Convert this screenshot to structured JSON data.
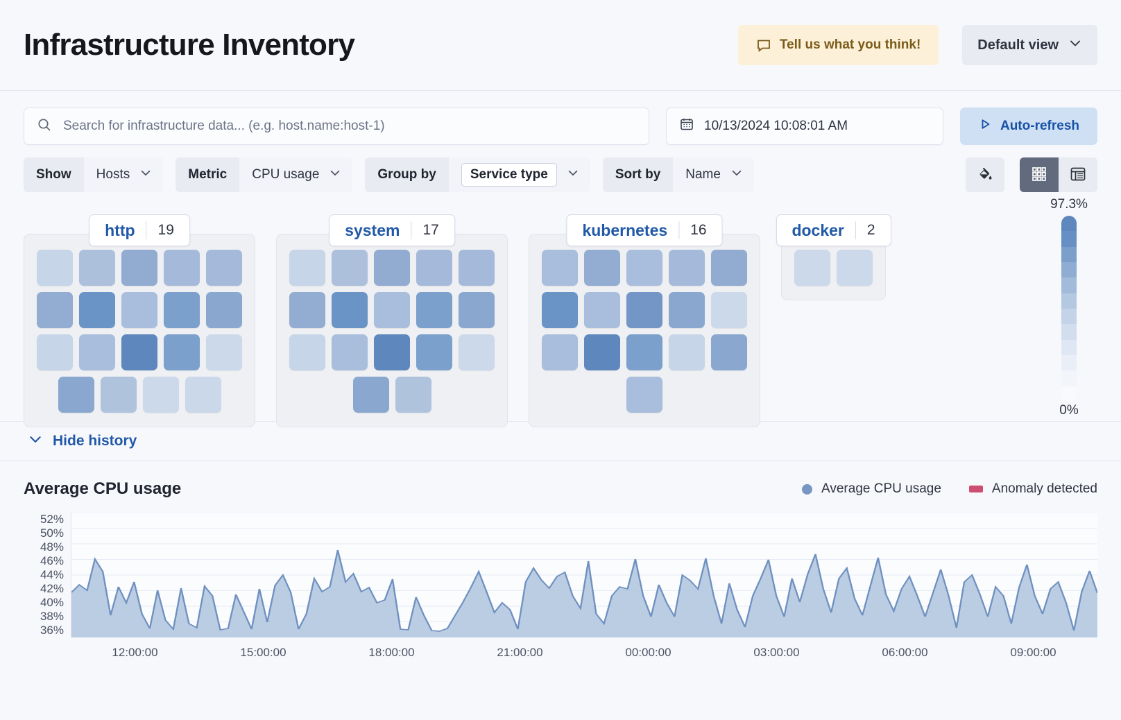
{
  "header": {
    "title": "Infrastructure Inventory",
    "feedback_label": "Tell us what you think!",
    "view_label": "Default view"
  },
  "search": {
    "placeholder": "Search for infrastructure data... (e.g. host.name:host-1)",
    "value": "",
    "date_value": "10/13/2024 10:08:01 AM",
    "refresh_label": "Auto-refresh"
  },
  "filters": [
    {
      "label": "Show",
      "value": "Hosts",
      "boxed": false
    },
    {
      "label": "Metric",
      "value": "CPU usage",
      "boxed": false
    },
    {
      "label": "Group by",
      "value": "Service type",
      "boxed": true
    },
    {
      "label": "Sort by",
      "value": "Name",
      "boxed": false
    }
  ],
  "legend_scale": {
    "max_label": "97.3%",
    "min_label": "0%",
    "stops": [
      "#5d87bd",
      "#6690c3",
      "#7b9ecb",
      "#8fadd3",
      "#a3bbdb",
      "#b4c8e2",
      "#c4d3e8",
      "#d2deee",
      "#dee7f3",
      "#e9eef7",
      "#f2f5fa",
      "#f8fafd"
    ]
  },
  "groups": [
    {
      "name": "http",
      "count": "19",
      "rows": [
        [
          "#c6d5e7",
          "#adc0db",
          "#92abd0",
          "#a5bada",
          "#a5bada"
        ],
        [
          "#93acd1",
          "#6a94c6",
          "#a9bedc",
          "#7ba0cc",
          "#8aa8cf"
        ],
        [
          "#c6d5e7",
          "#a9bedc",
          "#5d87bd",
          "#7ba0cc",
          "#ccd9ea"
        ],
        [
          "#8aa8cf",
          "#b0c3dd",
          "#ccd9ea",
          "#cbd8e9"
        ]
      ]
    },
    {
      "name": "system",
      "count": "17",
      "rows": [
        [
          "#c6d5e7",
          "#adc0db",
          "#92abd0",
          "#a5bada",
          "#a5bada"
        ],
        [
          "#93acd1",
          "#6a94c6",
          "#a9bedc",
          "#7ba0cc",
          "#8aa8cf"
        ],
        [
          "#c6d5e7",
          "#a9bedc",
          "#5d87bd",
          "#7ba0cc",
          "#ccd9ea"
        ],
        [
          "#8aa8cf",
          "#b0c3dd"
        ]
      ]
    },
    {
      "name": "kubernetes",
      "count": "16",
      "rows": [
        [
          "#a9bedc",
          "#93acd1",
          "#a9bedc",
          "#a5bada",
          "#92abd0"
        ],
        [
          "#6a94c6",
          "#a9bedc",
          "#7396c6",
          "#8aa8cf",
          "#ccd9ea"
        ],
        [
          "#a9bedc",
          "#5d87bd",
          "#7ba0cc",
          "#c6d5e7",
          "#8aa8cf"
        ],
        [
          "#a9bedc"
        ]
      ]
    },
    {
      "name": "docker",
      "count": "2",
      "rows": [
        [
          "#ccd9ea",
          "#ccd9ea"
        ]
      ]
    }
  ],
  "history": {
    "toggle_label": "Hide history"
  },
  "chart_data": {
    "type": "area",
    "title": "Average CPU usage",
    "xlabel": "",
    "ylabel": "",
    "grid": true,
    "legend_position": "top-right",
    "legend": [
      {
        "name": "Average CPU usage",
        "color": "#7896c4",
        "marker": "dot"
      },
      {
        "name": "Anomaly detected",
        "color": "#cc4f72",
        "marker": "square"
      }
    ],
    "ylim": [
      35,
      53
    ],
    "yticks": [
      "52%",
      "50%",
      "48%",
      "46%",
      "44%",
      "42%",
      "40%",
      "38%",
      "36%"
    ],
    "xticks": [
      "12:00:00",
      "15:00:00",
      "18:00:00",
      "21:00:00",
      "00:00:00",
      "03:00:00",
      "06:00:00",
      "09:00:00"
    ],
    "series": [
      {
        "name": "Average CPU usage",
        "color": "#7896c4",
        "fill": "#aec4de",
        "values": [
          41.5,
          42.6,
          41.8,
          46.3,
          44.5,
          38.2,
          42.3,
          40.0,
          43.0,
          38.4,
          36.3,
          41.8,
          37.5,
          36.2,
          42.1,
          37.0,
          36.4,
          42.4,
          41.0,
          36.1,
          36.3,
          41.2,
          38.7,
          36.2,
          42.0,
          37.2,
          42.5,
          44.0,
          41.5,
          36.2,
          38.4,
          43.5,
          41.6,
          42.3,
          47.6,
          43.0,
          44.2,
          41.6,
          42.2,
          40.0,
          40.4,
          43.4,
          36.2,
          36.1,
          40.8,
          38.2,
          36.0,
          35.9,
          36.3,
          38.2,
          40.1,
          42.2,
          44.5,
          41.6,
          38.6,
          40.0,
          39.0,
          36.2,
          43.0,
          45.0,
          43.3,
          42.1,
          43.8,
          44.4,
          41.0,
          39.2,
          46.0,
          38.4,
          37.0,
          41.0,
          42.3,
          42.0,
          46.3,
          41.0,
          38.0,
          42.6,
          40.0,
          38.0,
          44.0,
          43.2,
          42.0,
          46.4,
          41.0,
          37.0,
          42.8,
          39.0,
          36.5,
          41.0,
          43.5,
          46.2,
          41.0,
          38.0,
          43.5,
          40.1,
          44.1,
          47.0,
          42.0,
          38.6,
          43.5,
          45.0,
          40.6,
          38.2,
          42.4,
          46.5,
          41.2,
          38.8,
          42.0,
          43.8,
          41.0,
          38.0,
          41.4,
          44.8,
          41.0,
          36.4,
          43.0,
          44.0,
          41.2,
          38.0,
          42.3,
          41.0,
          37.0,
          42.2,
          45.5,
          41.0,
          38.4,
          42.0,
          43.0,
          40.0,
          36.0,
          41.6,
          44.6,
          41.4
        ]
      }
    ]
  }
}
